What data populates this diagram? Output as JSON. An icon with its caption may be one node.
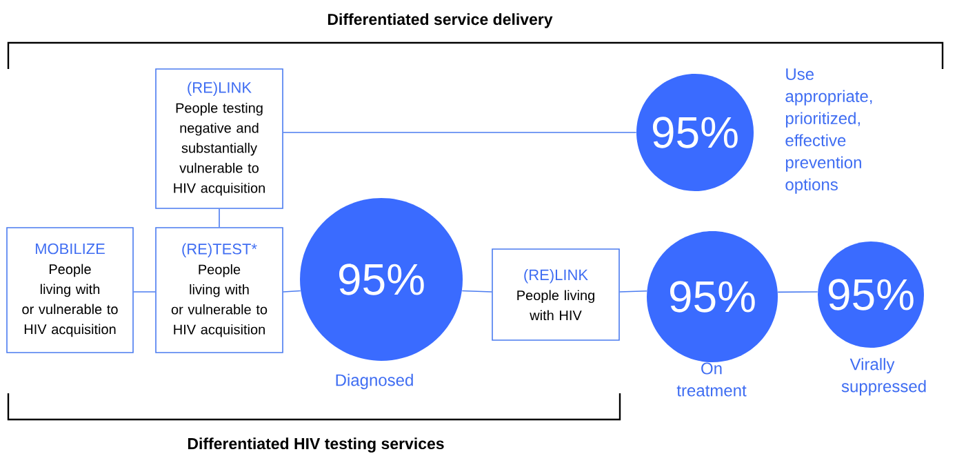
{
  "diagram": {
    "nodes": [
      {
        "text": [
          "(RE)LINK",
          "People testing negative and substantially vulnerable to HIV acquisition"
        ]
      },
      {
        "text": [
          "95%"
        ],
        "beside": [
          "Use appropriate, prioritized, effective prevention options"
        ]
      },
      {
        "text": [
          "MOBILIZE",
          "People living with or vulnerable to HIV acquisition"
        ]
      },
      {
        "text": [
          "(RE)TEST*",
          "People living with or vulnerable to HIV acquisition"
        ]
      },
      {
        "text": [
          "95%"
        ],
        "beside": [
          "Diagnosed"
        ]
      },
      {
        "text": [
          "(RE)LINK",
          "People living with HIV"
        ]
      },
      {
        "text": [
          "95%"
        ],
        "beside": [
          "On treatment"
        ]
      },
      {
        "text": [
          "95%"
        ],
        "beside": [
          "Virally suppressed"
        ]
      }
    ],
    "edges": [
      {
        "from": 0,
        "to": 1,
        "arrow": "none"
      },
      {
        "from": 0,
        "to": 3,
        "arrow": "none"
      },
      {
        "from": 2,
        "to": 3,
        "arrow": "none"
      },
      {
        "from": 3,
        "to": 4,
        "arrow": "none"
      },
      {
        "from": 4,
        "to": 5,
        "arrow": "none"
      },
      {
        "from": 5,
        "to": 6,
        "arrow": "none"
      },
      {
        "from": 6,
        "to": 7,
        "arrow": "none"
      }
    ],
    "labels": [
      "Differentiated service delivery",
      "Differentiated HIV testing services"
    ]
  }
}
